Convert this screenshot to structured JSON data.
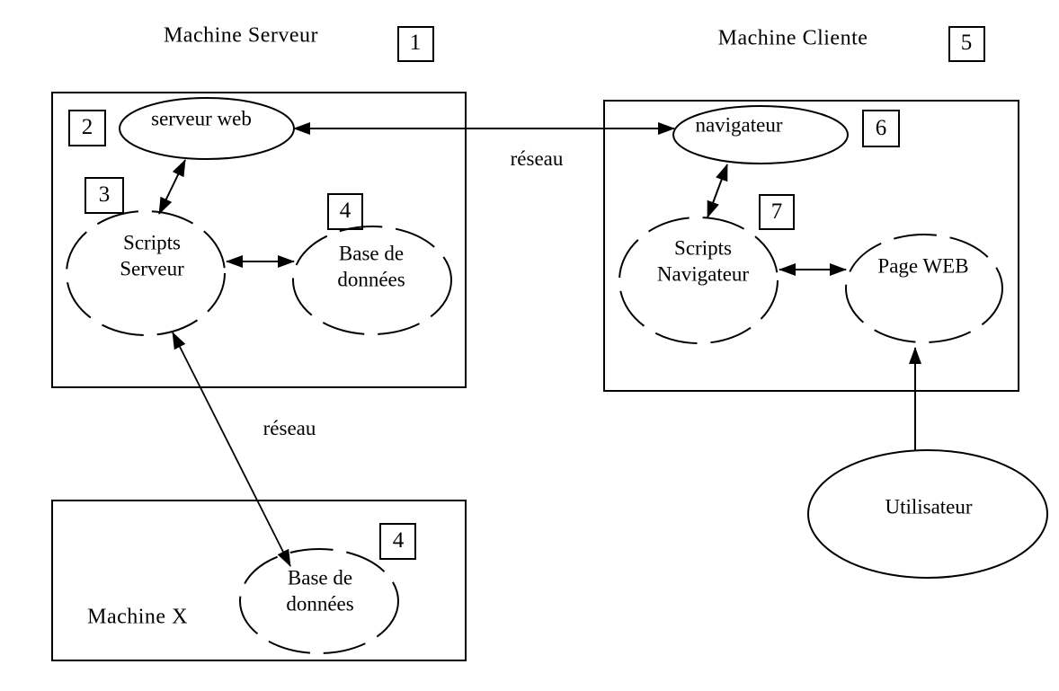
{
  "diagram": {
    "background": "#ffffff",
    "stroke_color": "#000000",
    "titles": {
      "machine_serveur": "Machine Serveur",
      "machine_cliente": "Machine Cliente",
      "machine_x": "Machine X"
    },
    "step_numbers": {
      "n1": "1",
      "n2": "2",
      "n3": "3",
      "n4_serveur": "4",
      "n5": "5",
      "n6": "6",
      "n7": "7",
      "n4_machine_x": "4"
    },
    "nodes": {
      "serveur_web": "serveur web",
      "scripts_serveur": "Scripts\nServeur",
      "base_de_donnees_serveur": "Base de\ndonnées",
      "navigateur": "navigateur",
      "scripts_navigateur": "Scripts\nNavigateur",
      "page_web": "Page WEB",
      "base_de_donnees_x": "Base de\ndonnées",
      "utilisateur": "Utilisateur"
    },
    "edge_labels": {
      "reseau_serveur_client": "réseau",
      "reseau_serveur_x": "réseau"
    }
  }
}
